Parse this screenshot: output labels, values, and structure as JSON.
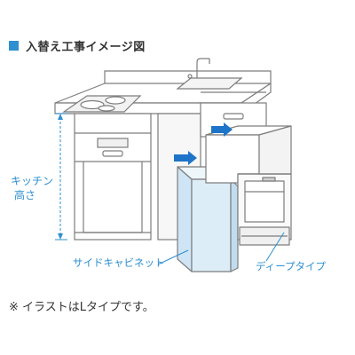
{
  "header": {
    "title": "入替え工事イメージ図",
    "accent_color": "#2e8fd1"
  },
  "labels": {
    "kitchen_height_line1": "キッチン",
    "kitchen_height_line2": "高さ",
    "side_cabinet": "サイドキャビネット",
    "deep_type": "ディープタイプ"
  },
  "footnote": "※ イラストはLタイプです。",
  "colors": {
    "line": "#7d7d7d",
    "annotation": "#2e8fd1",
    "panel_fill": "#dcedf8",
    "arrow": "#1e74c8"
  }
}
